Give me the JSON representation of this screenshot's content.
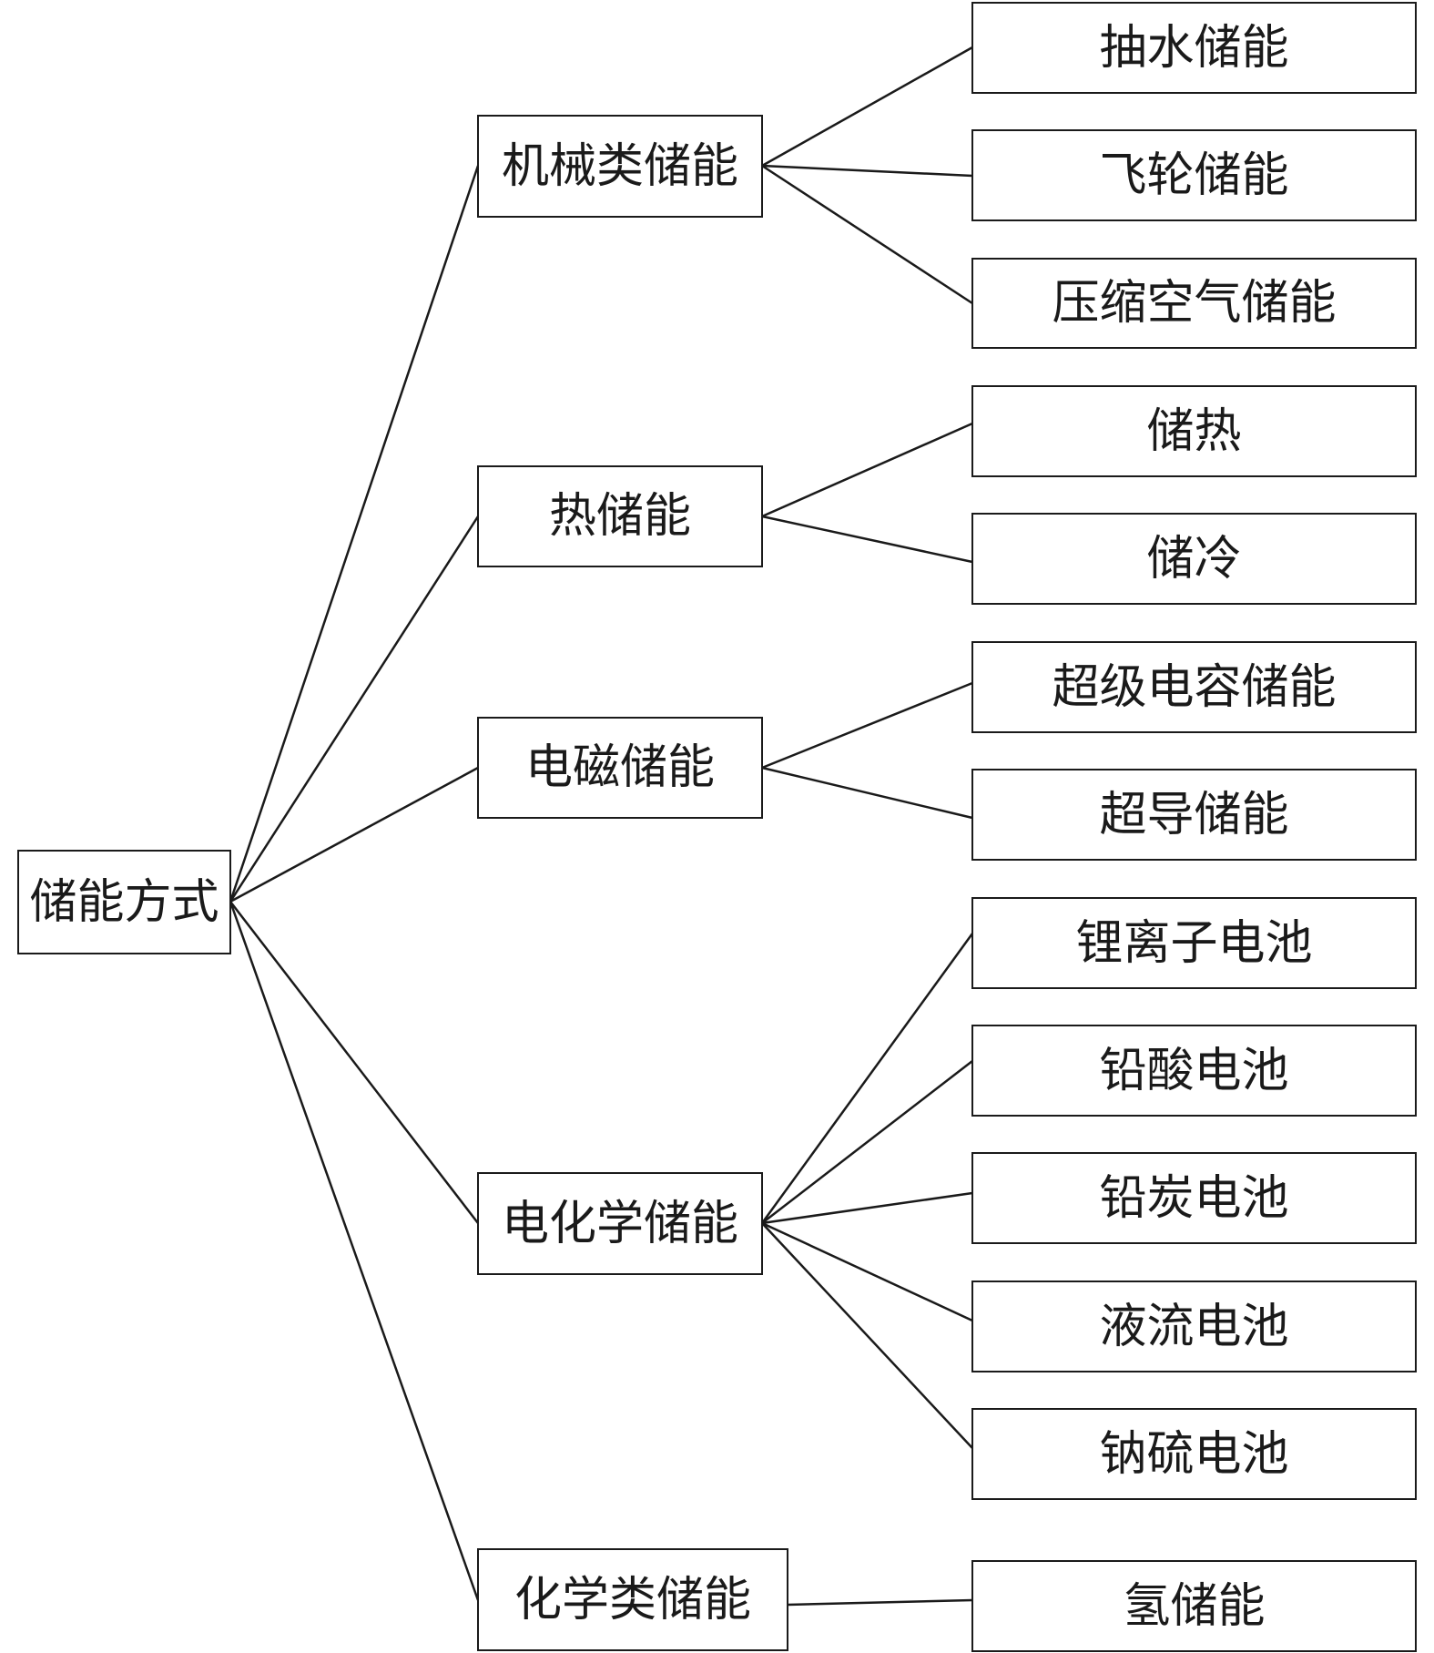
{
  "root": {
    "label": "储能方式"
  },
  "categories": [
    {
      "label": "机械类储能",
      "children": [
        "抽水储能",
        "飞轮储能",
        "压缩空气储能"
      ]
    },
    {
      "label": "热储能",
      "children": [
        "储热",
        "储冷"
      ]
    },
    {
      "label": "电磁储能",
      "children": [
        "超级电容储能",
        "超导储能"
      ]
    },
    {
      "label": "电化学储能",
      "children": [
        "锂离子电池",
        "铅酸电池",
        "铅炭电池",
        "液流电池",
        "钠硫电池"
      ]
    },
    {
      "label": "化学类储能",
      "children": [
        "氢储能"
      ]
    }
  ]
}
